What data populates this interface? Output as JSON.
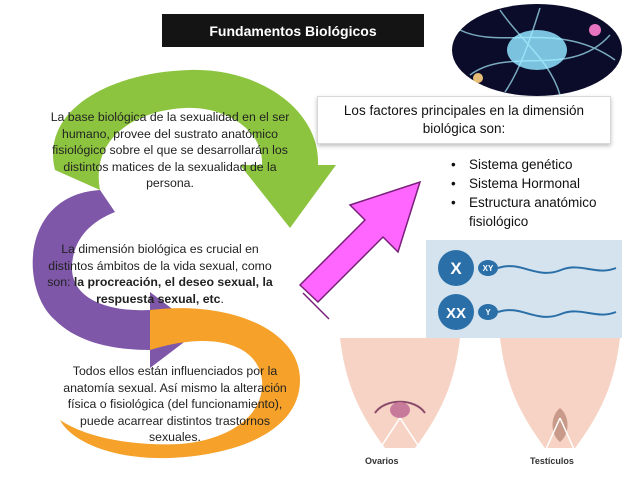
{
  "title": "Fundamentos Biológicos",
  "steps": [
    {
      "text": "La base biológica de la sexualidad en el ser humano, provee del sustrato anatómico fisiológico sobre el que se desarrollarán los distintos matices de la sexualidad de la persona.",
      "color": "#8cc43f"
    },
    {
      "text_before": "La dimensión biológica es crucial en distintos ámbitos de la vida sexual, como son: ",
      "text_bold": "la procreación, el deseo sexual, la respuesta sexual, etc",
      "text_after": ".",
      "color": "#7e57a8"
    },
    {
      "text": "Todos ellos están influenciados por la anatomía sexual. Así mismo la alteración física o fisiológica (del funcionamiento), puede acarrear distintos trastornos sexuales.",
      "color": "#f5a12a"
    }
  ],
  "factors": {
    "heading": "Los factores principales en la dimensión biológica son:",
    "items": [
      "Sistema genético",
      "Sistema Hormonal",
      "Estructura anatómico fisiológico"
    ]
  },
  "chromosomes": {
    "row1": {
      "left": "X",
      "right": "XY"
    },
    "row2": {
      "left": "XX",
      "right": "Y"
    }
  },
  "anatomy_labels": {
    "left": "Ovarios",
    "right": "Testículos"
  },
  "colors": {
    "arrow_pink": "#ff66ff",
    "title_bg": "#141414",
    "chromo_blue": "#2a6fa8"
  }
}
